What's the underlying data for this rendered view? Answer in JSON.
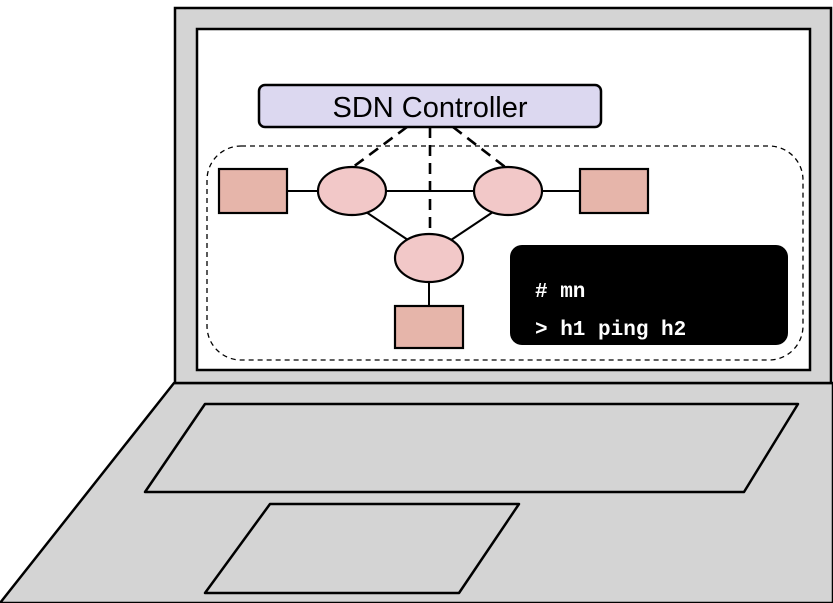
{
  "diagram": {
    "controller_label": "SDN Controller",
    "terminal_lines": [
      "# mn",
      "> h1 ping h2"
    ]
  },
  "colors": {
    "laptop_body": "#d4d4d4",
    "screen": "#ffffff",
    "controller_fill": "#dcd8f0",
    "switch_fill": "#f2c8c8",
    "host_fill": "#e6b5aa",
    "terminal_bg": "#000000",
    "terminal_text": "#ffffff"
  }
}
